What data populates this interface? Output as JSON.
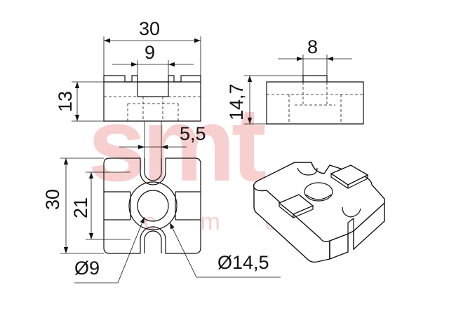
{
  "watermark": {
    "brand": "smt",
    "sub": "c m o h",
    "color": "#f2a8a8",
    "opacity": 0.55
  },
  "dimensions": {
    "top_width": "30",
    "top_slot": "9",
    "front_height": "13",
    "side_slot": "8",
    "side_height": "14,7",
    "notch_width": "5,5",
    "plan_height": "30",
    "plan_inner": "21",
    "hole_small": "Ø9",
    "hole_large": "Ø14,5"
  },
  "colors": {
    "line": "#111111",
    "background": "#ffffff"
  }
}
